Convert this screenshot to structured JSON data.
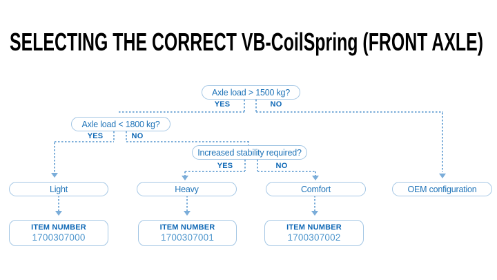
{
  "title": "SELECTING THE CORRECT VB-CoilSpring (FRONT AXLE)",
  "flowchart": {
    "decisions": [
      {
        "question": "Axle load > 1500 kg?",
        "yes": "YES",
        "no": "NO"
      },
      {
        "question": "Axle load < 1800 kg?",
        "yes": "YES",
        "no": "NO"
      },
      {
        "question": "Increased stability required?",
        "yes": "YES",
        "no": "NO"
      }
    ],
    "options": [
      {
        "label": "Light"
      },
      {
        "label": "Heavy"
      },
      {
        "label": "Comfort"
      },
      {
        "label": "OEM configuration"
      }
    ],
    "items": [
      {
        "heading": "ITEM NUMBER",
        "number": "1700307000"
      },
      {
        "heading": "ITEM NUMBER",
        "number": "1700307001"
      },
      {
        "heading": "ITEM NUMBER",
        "number": "1700307002"
      }
    ]
  },
  "colors": {
    "accent": "#1e73b8",
    "accent-dark": "#0d67b5",
    "accent-light": "#4e96cd",
    "line": "#7badd9",
    "border": "#a3c6e4",
    "title": "#000000"
  }
}
